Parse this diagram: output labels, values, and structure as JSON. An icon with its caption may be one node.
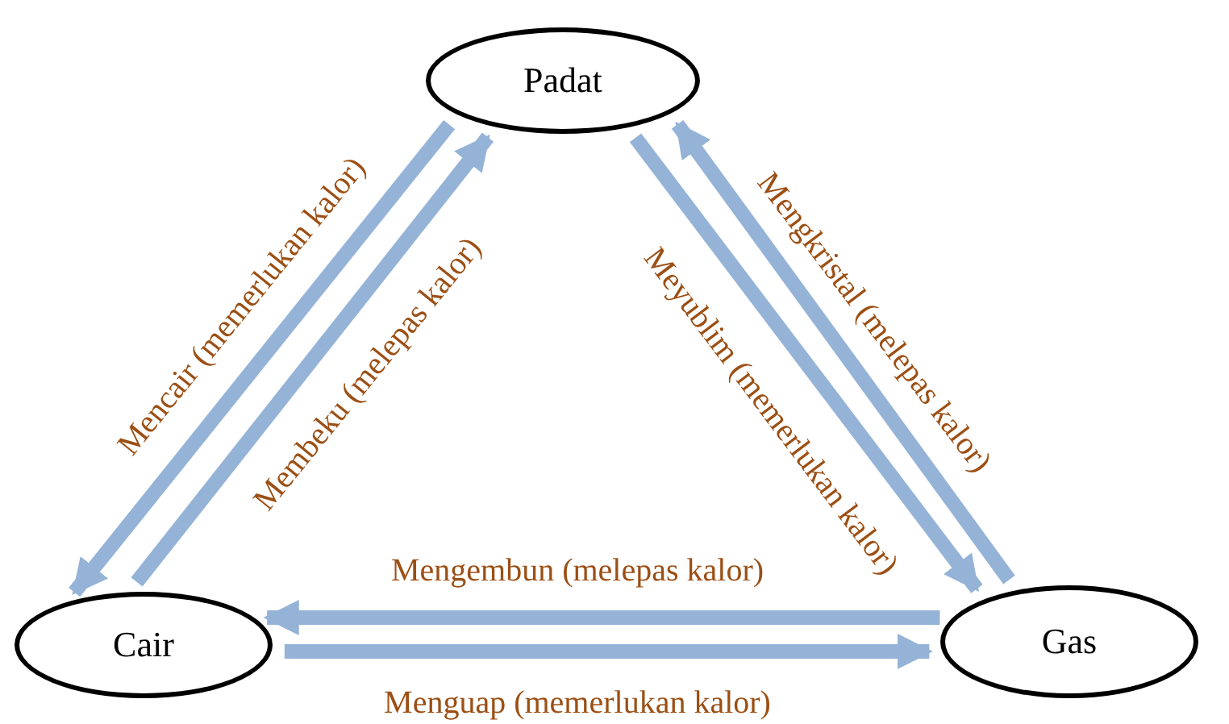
{
  "diagram": {
    "nodes": [
      {
        "text": [
          "Padat"
        ]
      },
      {
        "text": [
          "Cair"
        ]
      },
      {
        "text": [
          "Gas"
        ]
      }
    ],
    "edges": [
      {
        "from": 0,
        "to": 1,
        "arrow": "to",
        "label": "Mencair (memerlukan kalor)"
      },
      {
        "from": 1,
        "to": 0,
        "arrow": "to",
        "label": "Membeku (melepas kalor)"
      },
      {
        "from": 0,
        "to": 2,
        "arrow": "to",
        "label": "Meyublim (memerlukan kalor)"
      },
      {
        "from": 2,
        "to": 0,
        "arrow": "to",
        "label": "Mengkristal (melepas kalor)"
      },
      {
        "from": 2,
        "to": 1,
        "arrow": "to",
        "label": "Mengembun (melepas kalor)"
      },
      {
        "from": 1,
        "to": 2,
        "arrow": "to",
        "label": "Menguap (memerlukan kalor)"
      }
    ]
  }
}
